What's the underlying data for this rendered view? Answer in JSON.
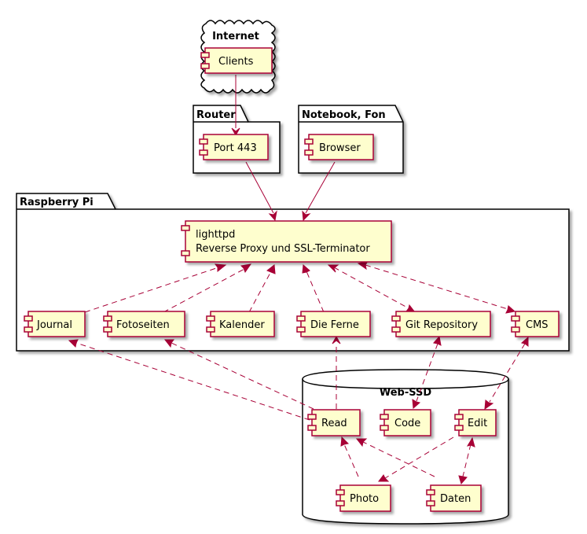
{
  "containers": {
    "internet": "Internet",
    "router": "Router",
    "notebook": "Notebook, Fon",
    "raspberry": "Raspberry Pi",
    "webssd": "Web-SSD"
  },
  "components": {
    "clients": "Clients",
    "port443": "Port 443",
    "browser": "Browser",
    "lighttpd_line1": "lighttpd",
    "lighttpd_line2": "Reverse Proxy und SSL-Terminator",
    "journal": "Journal",
    "fotoseiten": "Fotoseiten",
    "kalender": "Kalender",
    "dieferne": "Die Ferne",
    "git": "Git Repository",
    "cms": "CMS",
    "read": "Read",
    "code": "Code",
    "edit": "Edit",
    "photo": "Photo",
    "daten": "Daten"
  },
  "colors": {
    "component_fill": "#fefece",
    "component_border": "#a80036",
    "arrow": "#a80036",
    "container_border": "#000000"
  }
}
